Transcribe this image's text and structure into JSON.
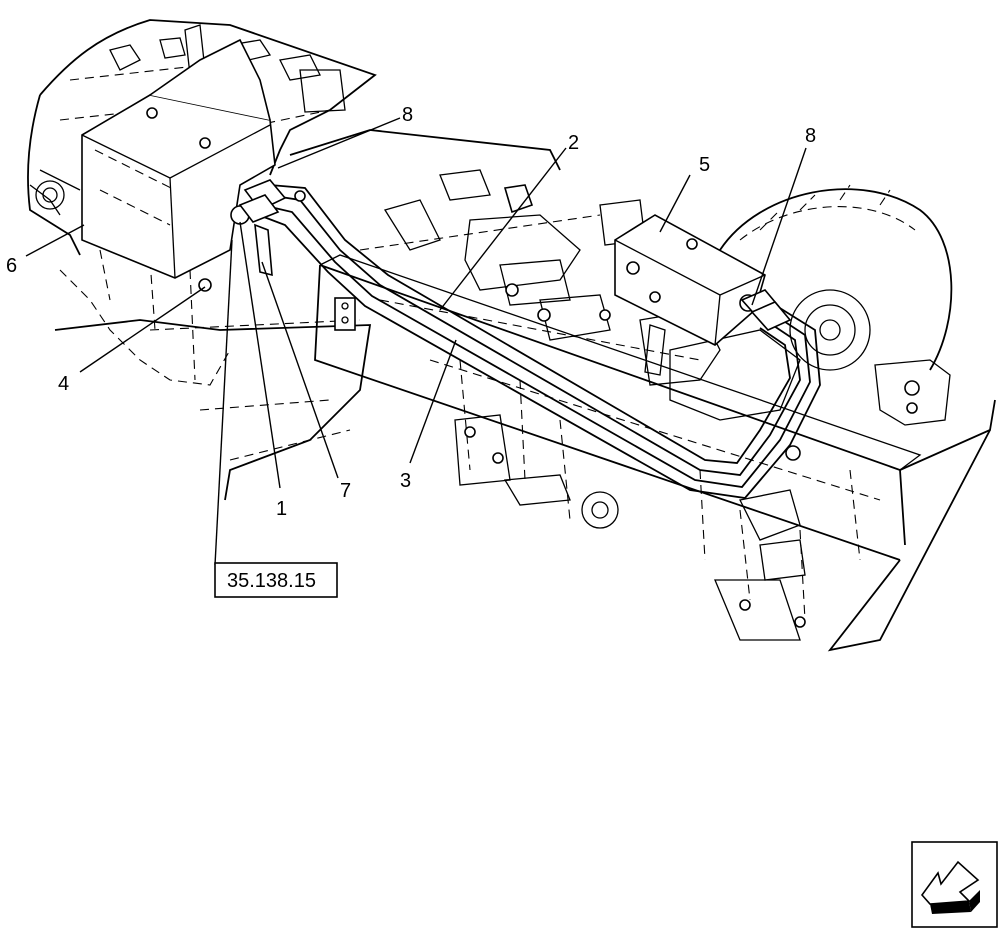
{
  "callouts": {
    "c1": "1",
    "c2": "2",
    "c3": "3",
    "c4": "4",
    "c5": "5",
    "c6": "6",
    "c7": "7",
    "c8a": "8",
    "c8b": "8"
  },
  "reference_box": {
    "label": "35.138.15"
  },
  "nav_icon": "previous-page-arrow-icon"
}
